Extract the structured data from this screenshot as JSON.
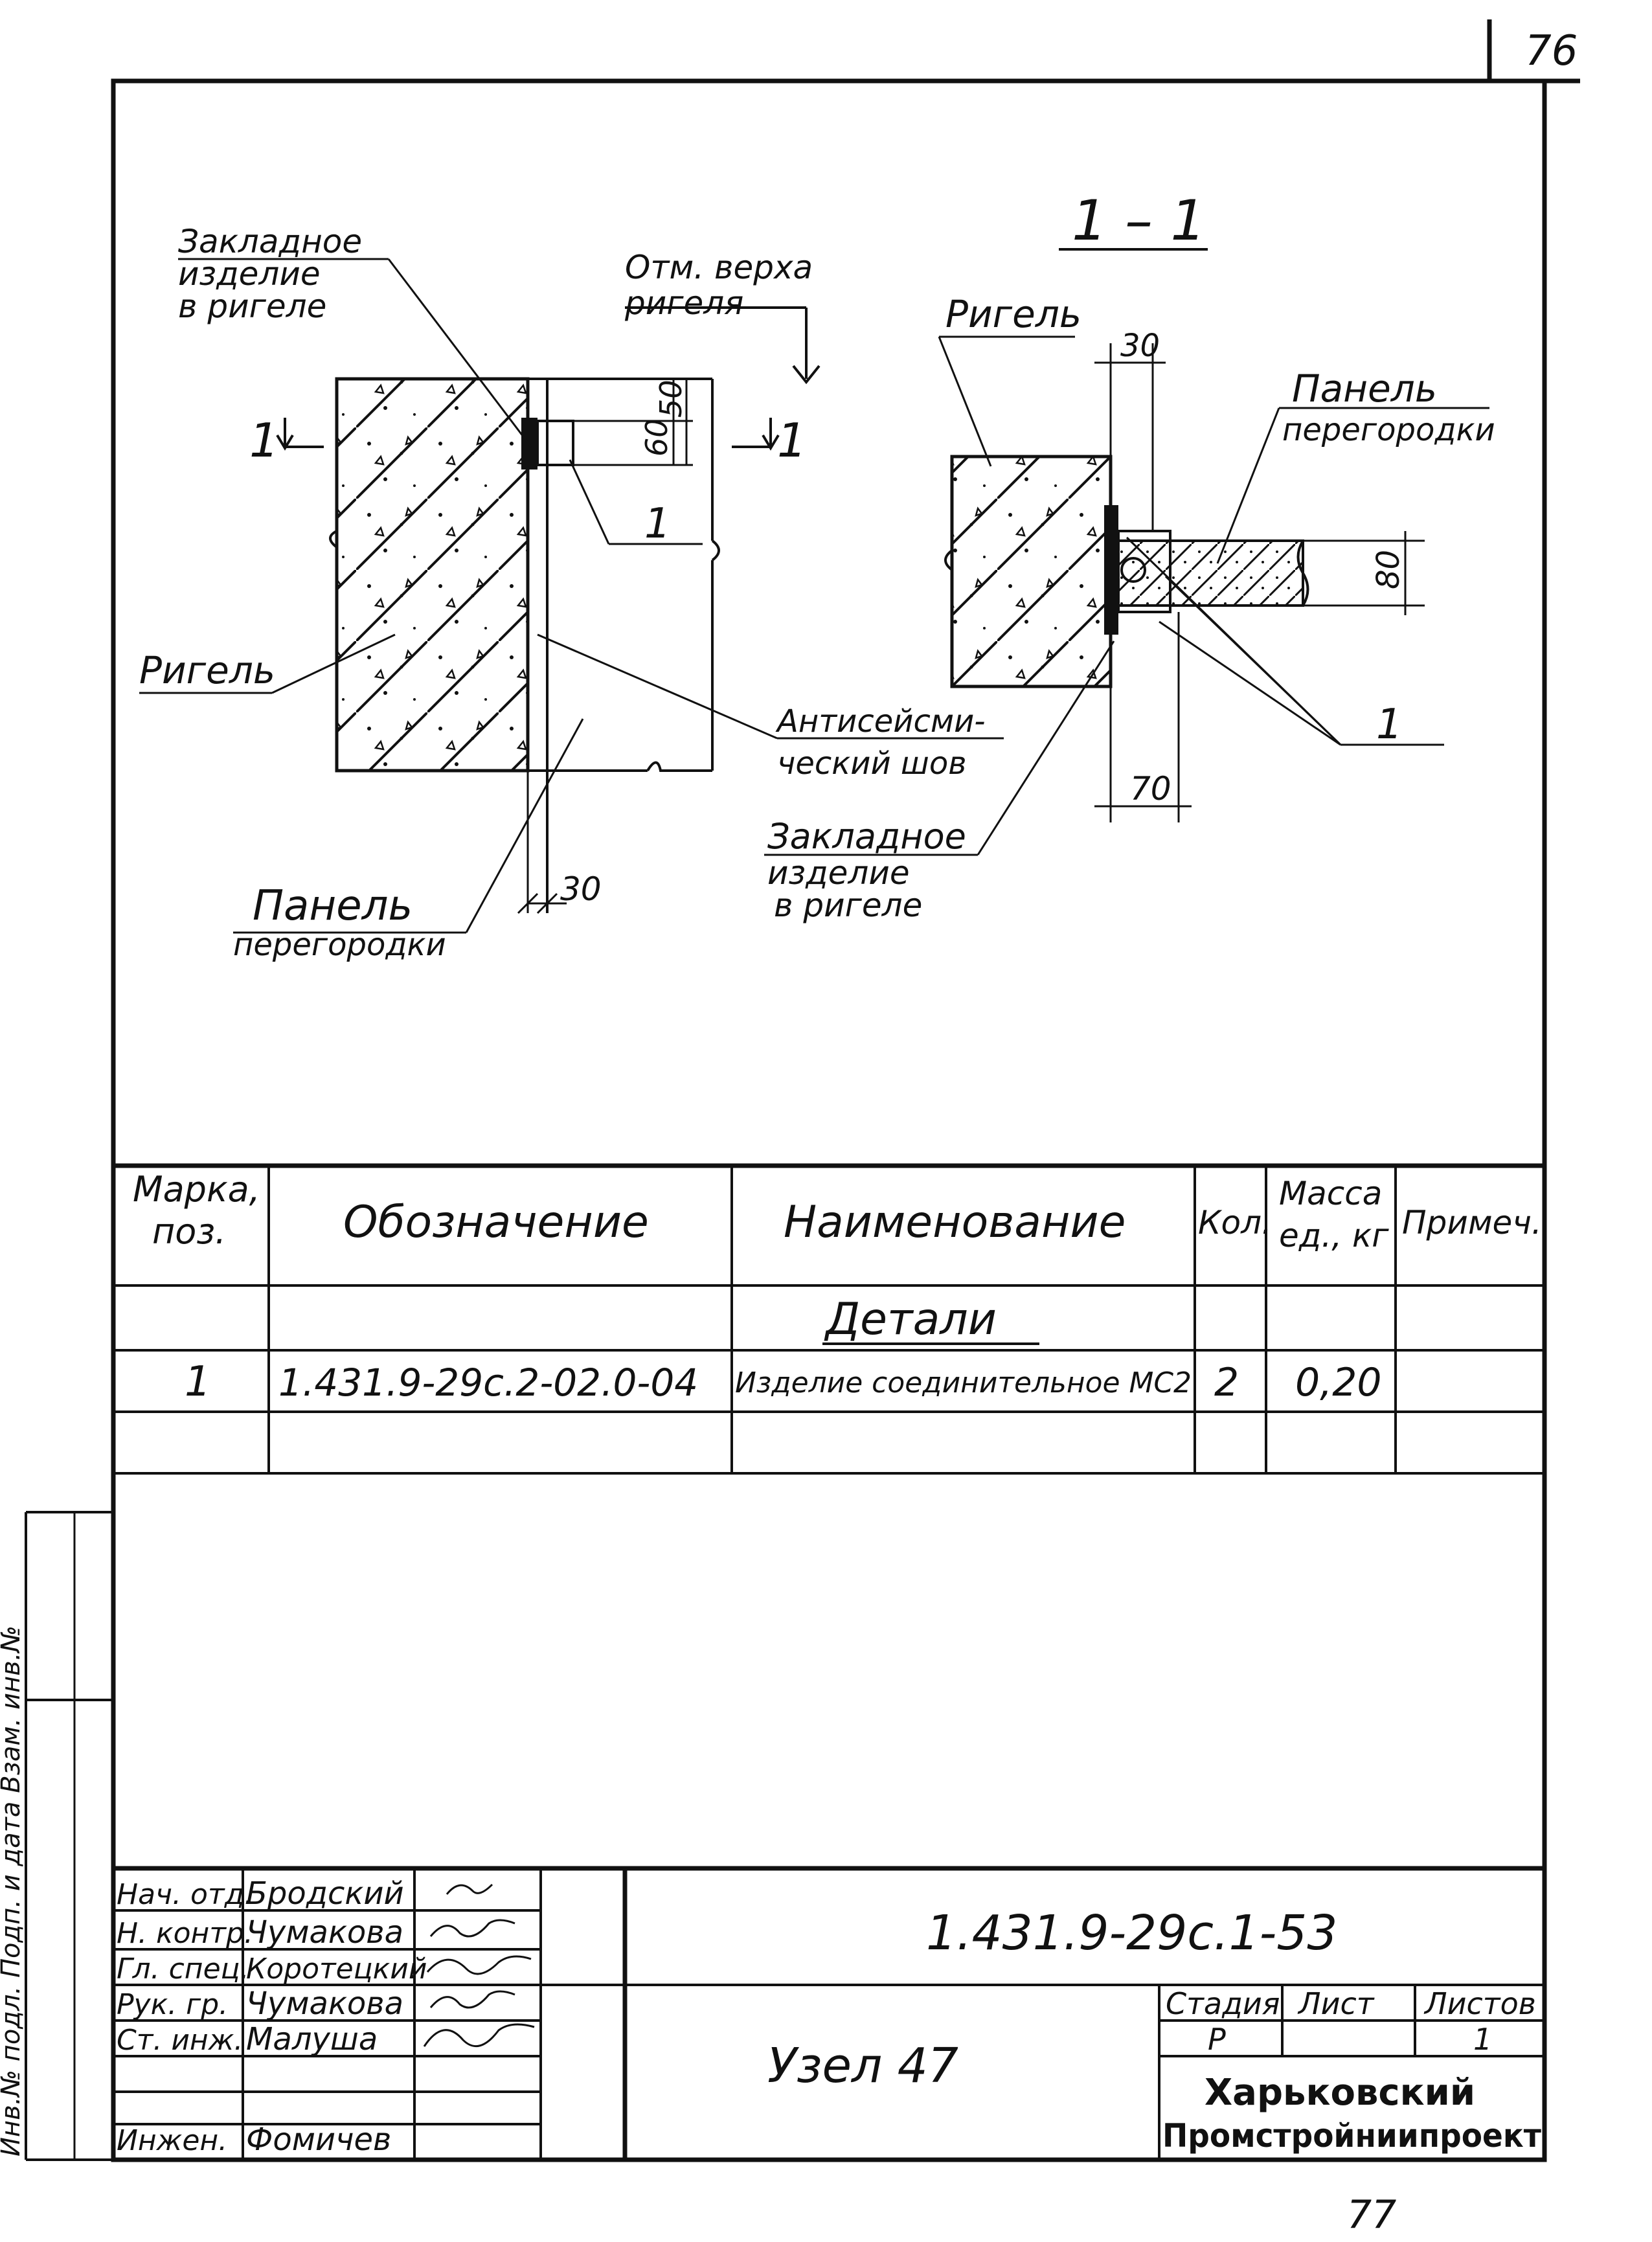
{
  "page_number_top": "76",
  "page_number_bottom": "77",
  "section_label": "1 – 1",
  "left_view": {
    "embedded_label": [
      "Закладное",
      "изделие",
      "в ригеле"
    ],
    "top_mark_label": [
      "Отм. верха",
      "ригеля"
    ],
    "section_mark_left": "1",
    "section_mark_right": "1",
    "dims": [
      "60",
      "50"
    ],
    "callout": "1",
    "beam_label": "Ригель",
    "seam_label": [
      "Антисейсми-",
      "ческий шов"
    ],
    "panel_label": [
      "Панель",
      "перегородки"
    ],
    "gap_dim": "30"
  },
  "right_view": {
    "beam_label": "Ригель",
    "dim_top": "30",
    "panel_label": [
      "Панель",
      "перегородки"
    ],
    "dim_height": "80",
    "dim_bottom": "70",
    "callout": "1",
    "embedded_label": [
      "Закладное",
      "изделие",
      "в ригеле"
    ]
  },
  "spec_table": {
    "headers": [
      "Марка, поз.",
      "Обозначение",
      "Наименование",
      "Кол.",
      "Масса ед., кг",
      "Примеч."
    ],
    "section_title": "Детали",
    "rows": [
      {
        "pos": "1",
        "designation": "1.431.9-29с.2-02.0-04",
        "name": "Изделие соединительное МС2",
        "qty": "2",
        "mass": "0,20",
        "note": ""
      }
    ]
  },
  "side_stamp": "Инв.№ подл.   Подп. и дата   Взам. инв.№",
  "title_block": {
    "signatures": [
      {
        "role": "Нач. отд.",
        "name": "Бродский"
      },
      {
        "role": "Н. контр.",
        "name": "Чумакова"
      },
      {
        "role": "Гл. спец.",
        "name": "Коротецкий"
      },
      {
        "role": "Рук. гр.",
        "name": "Чумакова"
      },
      {
        "role": "Ст. инж.",
        "name": "Малуша"
      },
      {
        "role": "",
        "name": ""
      },
      {
        "role": "Инжен.",
        "name": "Фомичев"
      }
    ],
    "document_code": "1.431.9-29с.1-53",
    "drawing_title": "Узел 47",
    "stage_header": "Стадия",
    "sheet_header": "Лист",
    "sheets_header": "Листов",
    "stage": "Р",
    "sheet": "",
    "sheets": "1",
    "organization": [
      "Харьковский",
      "Промстройниипроект"
    ]
  }
}
